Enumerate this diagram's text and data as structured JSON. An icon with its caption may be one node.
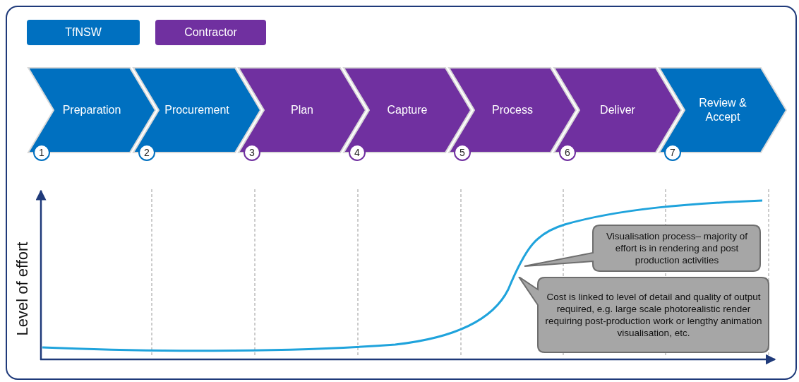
{
  "diagram": {
    "nodes": [
      {
        "text": [
          "Preparation"
        ],
        "beside": [
          "1"
        ]
      },
      {
        "text": [
          "Procurement"
        ],
        "beside": [
          "2"
        ]
      },
      {
        "text": [
          "Plan"
        ],
        "beside": [
          "3"
        ]
      },
      {
        "text": [
          "Capture"
        ],
        "beside": [
          "4"
        ]
      },
      {
        "text": [
          "Process"
        ],
        "beside": [
          "5"
        ]
      },
      {
        "text": [
          "Deliver"
        ],
        "beside": [
          "6"
        ]
      },
      {
        "text": [
          "Review & Accept"
        ],
        "beside": [
          "7"
        ]
      },
      {
        "text": [
          "Visualisation process– majority of effort is in rendering and post production activities"
        ]
      },
      {
        "text": [
          "Cost is linked to level of detail and quality of output required, e.g. large scale photorealistic render requiring post-production work or lengthy animation visualisation, etc."
        ]
      }
    ],
    "labels": [
      "Level of effort"
    ],
    "legend": [
      {
        "text": "TfNSW",
        "color": "#0070c0"
      },
      {
        "text": "Contractor",
        "color": "#7030a0"
      }
    ]
  }
}
